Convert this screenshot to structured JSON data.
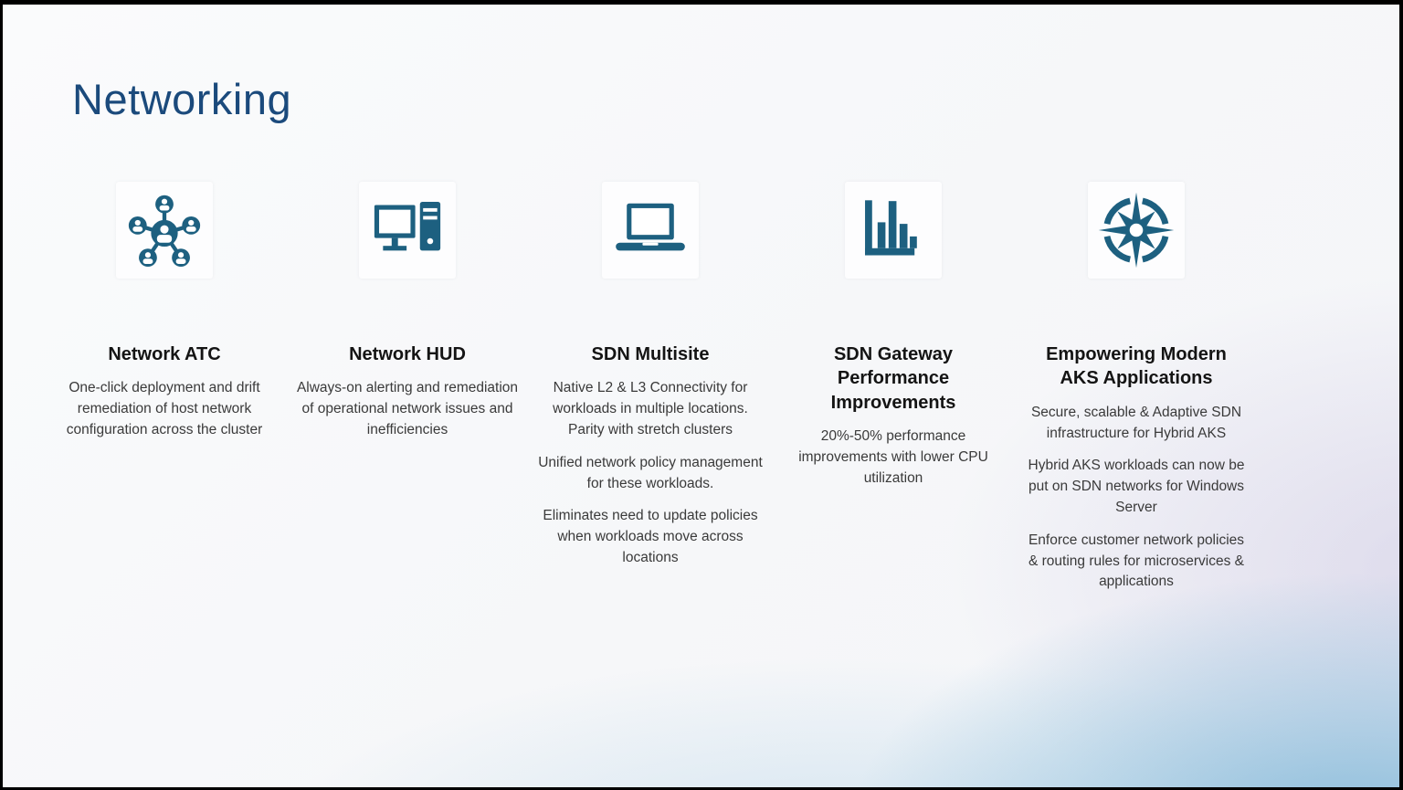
{
  "page": {
    "title": "Networking"
  },
  "colors": {
    "title_text": "#1b4a7c",
    "icon_accent": "#1d6080",
    "heading_text": "#141414",
    "body_text": "#3a3a3a",
    "background_base": "#f7f8fa",
    "background_blue": "#80b7d8",
    "background_lavender": "#c0b9dc",
    "frame": "#000000"
  },
  "columns": [
    {
      "icon": "people-network-icon",
      "title": "Network ATC",
      "paragraphs": [
        "One-click deployment and drift remediation of host network configuration across the cluster",
        "",
        ""
      ]
    },
    {
      "icon": "desktop-computer-icon",
      "title": "Network HUD",
      "paragraphs": [
        "Always-on alerting and remediation of operational network issues and inefficiencies",
        "",
        ""
      ]
    },
    {
      "icon": "laptop-icon",
      "title": "SDN Multisite",
      "paragraphs": [
        "Native L2 & L3 Connectivity for workloads in multiple locations. Parity with stretch clusters",
        "Unified network policy management for these workloads.",
        "Eliminates need to update policies when workloads move across locations"
      ]
    },
    {
      "icon": "bar-chart-icon",
      "title": "SDN Gateway Performance Improvements",
      "paragraphs": [
        "20%-50% performance improvements with lower CPU utilization",
        "",
        ""
      ]
    },
    {
      "icon": "compass-icon",
      "title": "Empowering Modern AKS Applications",
      "paragraphs": [
        "Secure, scalable & Adaptive SDN infrastructure for Hybrid AKS",
        "Hybrid AKS workloads can now be put on SDN networks for Windows Server",
        "Enforce customer network policies & routing rules for microservices & applications"
      ]
    }
  ]
}
